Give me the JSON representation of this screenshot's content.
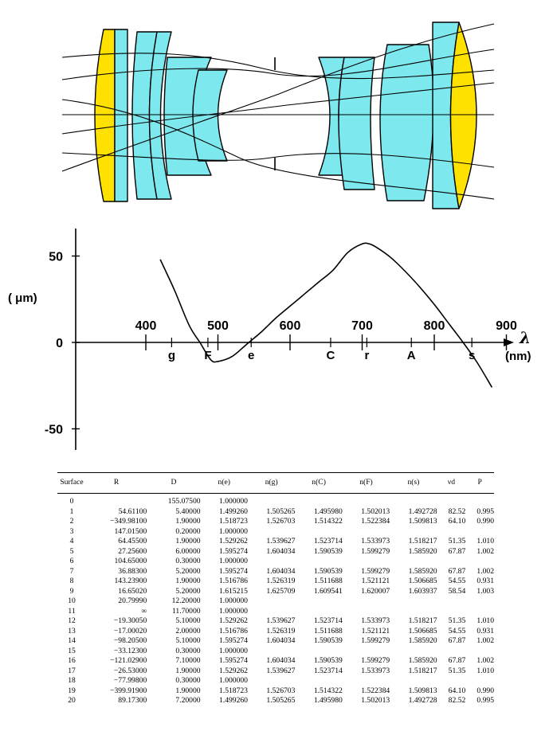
{
  "chart_data": {
    "type": "line",
    "title": "",
    "ylabel": "( μm)",
    "xlabel": "λ",
    "xunit": "(nm)",
    "xticks": [
      "400",
      "500",
      "600",
      "700",
      "800",
      "900"
    ],
    "yticks": [
      "50",
      "0",
      "-50"
    ],
    "xlim": [
      300,
      900
    ],
    "ylim": [
      -60,
      70
    ],
    "spectral_lines": [
      {
        "name": "g",
        "nm": 435.8
      },
      {
        "name": "F",
        "nm": 486.1
      },
      {
        "name": "e",
        "nm": 546.1
      },
      {
        "name": "C",
        "nm": 656.3
      },
      {
        "name": "r",
        "nm": 706.5
      },
      {
        "name": "A",
        "nm": 768.2
      },
      {
        "name": "s",
        "nm": 852.1
      }
    ],
    "series": [
      {
        "x": [
          420,
          440,
          460,
          475,
          490,
          500,
          520,
          540,
          560,
          580,
          600,
          620,
          640,
          660,
          680,
          700,
          710,
          720,
          740,
          760,
          780,
          800,
          820,
          840,
          860,
          880
        ],
        "y": [
          48,
          30,
          10,
          0,
          -10,
          -11,
          -8,
          -1,
          6,
          14,
          21,
          28,
          35,
          42,
          52,
          57,
          57,
          55,
          49,
          41,
          32,
          22,
          11,
          0,
          -12,
          -26
        ]
      }
    ]
  },
  "table": {
    "headers": [
      "Surface",
      "R",
      "D",
      "n(e)",
      "n(g)",
      "n(C)",
      "n(F)",
      "n(s)",
      "νd",
      "P"
    ],
    "rows": [
      [
        "0",
        "",
        "155.07500",
        "1.000000",
        "",
        "",
        "",
        "",
        "",
        ""
      ],
      [
        "1",
        "54.61100",
        "5.40000",
        "1.499260",
        "1.505265",
        "1.495980",
        "1.502013",
        "1.492728",
        "82.52",
        "0.995"
      ],
      [
        "2",
        "−349.98100",
        "1.90000",
        "1.518723",
        "1.526703",
        "1.514322",
        "1.522384",
        "1.509813",
        "64.10",
        "0.990"
      ],
      [
        "3",
        "147.01500",
        "0.20000",
        "1.000000",
        "",
        "",
        "",
        "",
        "",
        ""
      ],
      [
        "4",
        "64.45500",
        "1.90000",
        "1.529262",
        "1.539627",
        "1.523714",
        "1.533973",
        "1.518217",
        "51.35",
        "1.010"
      ],
      [
        "5",
        "27.25600",
        "6.00000",
        "1.595274",
        "1.604034",
        "1.590539",
        "1.599279",
        "1.585920",
        "67.87",
        "1.002"
      ],
      [
        "6",
        "104.65000",
        "0.30000",
        "1.000000",
        "",
        "",
        "",
        "",
        "",
        ""
      ],
      [
        "7",
        "36.88300",
        "5.20000",
        "1.595274",
        "1.604034",
        "1.590539",
        "1.599279",
        "1.585920",
        "67.87",
        "1.002"
      ],
      [
        "8",
        "143.23900",
        "1.90000",
        "1.516786",
        "1.526319",
        "1.511688",
        "1.521121",
        "1.506685",
        "54.55",
        "0.931"
      ],
      [
        "9",
        "16.65020",
        "5.20000",
        "1.615215",
        "1.625709",
        "1.609541",
        "1.620007",
        "1.603937",
        "58.54",
        "1.003"
      ],
      [
        "10",
        "20.79990",
        "12.20000",
        "1.000000",
        "",
        "",
        "",
        "",
        "",
        ""
      ],
      [
        "11",
        "∞",
        "11.70000",
        "1.000000",
        "",
        "",
        "",
        "",
        "",
        ""
      ],
      [
        "12",
        "−19.30050",
        "5.10000",
        "1.529262",
        "1.539627",
        "1.523714",
        "1.533973",
        "1.518217",
        "51.35",
        "1.010"
      ],
      [
        "13",
        "−17.00020",
        "2.00000",
        "1.516786",
        "1.526319",
        "1.511688",
        "1.521121",
        "1.506685",
        "54.55",
        "0.931"
      ],
      [
        "14",
        "−98.20500",
        "5.10000",
        "1.595274",
        "1.604034",
        "1.590539",
        "1.599279",
        "1.585920",
        "67.87",
        "1.002"
      ],
      [
        "15",
        "−33.12300",
        "0.30000",
        "1.000000",
        "",
        "",
        "",
        "",
        "",
        ""
      ],
      [
        "16",
        "−121.02900",
        "7.10000",
        "1.595274",
        "1.604034",
        "1.590539",
        "1.599279",
        "1.585920",
        "67.87",
        "1.002"
      ],
      [
        "17",
        "−26.53000",
        "1.90000",
        "1.529262",
        "1.539627",
        "1.523714",
        "1.533973",
        "1.518217",
        "51.35",
        "1.010"
      ],
      [
        "18",
        "−77.99800",
        "0.30000",
        "1.000000",
        "",
        "",
        "",
        "",
        "",
        ""
      ],
      [
        "19",
        "−399.91900",
        "1.90000",
        "1.518723",
        "1.526703",
        "1.514322",
        "1.522384",
        "1.509813",
        "64.10",
        "0.990"
      ],
      [
        "20",
        "89.17300",
        "7.20000",
        "1.499260",
        "1.505265",
        "1.495980",
        "1.502013",
        "1.492728",
        "82.52",
        "0.995"
      ]
    ]
  },
  "colors": {
    "glass": "#7ee8ef",
    "special_glass": "#ffe100",
    "ink": "#000000"
  }
}
